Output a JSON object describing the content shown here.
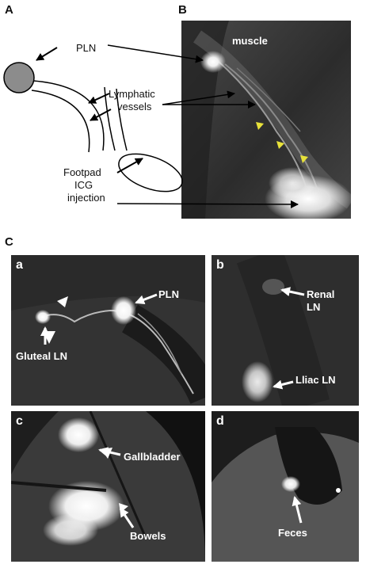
{
  "panel_A": {
    "letter": "A",
    "labels": {
      "pln": "PLN",
      "lymphatic_line1": "Lymphatic",
      "lymphatic_line2": "vessels",
      "footpad_line1": "Footpad",
      "footpad_line2": "ICG",
      "footpad_line3": "injection"
    }
  },
  "panel_B": {
    "letter": "B",
    "labels": {
      "muscle": "muscle"
    }
  },
  "panel_C": {
    "letter": "C",
    "sub": [
      {
        "letter": "a",
        "labels": [
          "PLN",
          "Gluteal LN"
        ]
      },
      {
        "letter": "b",
        "labels": [
          "Renal",
          "LN",
          "Lliac LN"
        ]
      },
      {
        "letter": "c",
        "labels": [
          "Gallbladder",
          "Bowels"
        ]
      },
      {
        "letter": "d",
        "labels": [
          "Feces"
        ]
      }
    ]
  },
  "colors": {
    "arrowhead_yellow": "#e8e23a",
    "node_gray": "#8c8c8c"
  }
}
